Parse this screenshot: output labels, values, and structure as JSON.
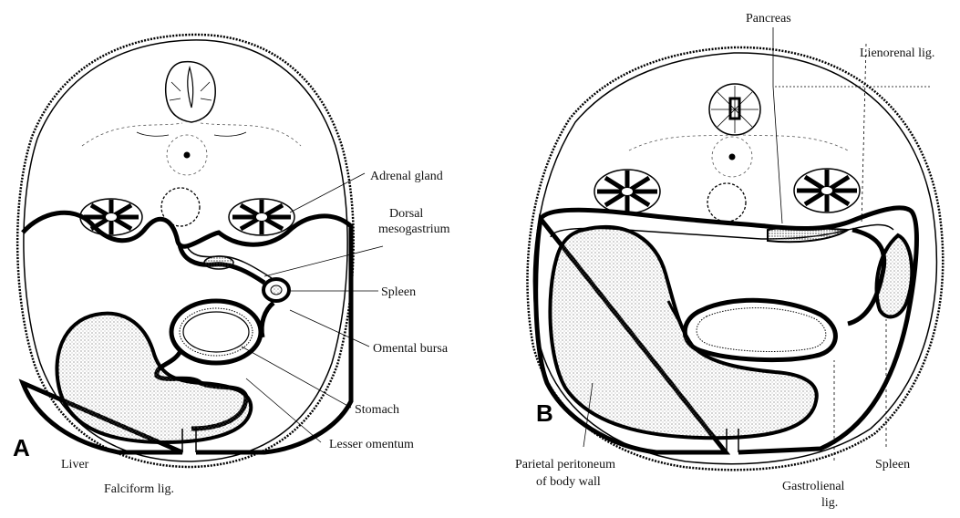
{
  "panels": {
    "a": {
      "letter": "A",
      "labels": {
        "adrenal_gland": "Adrenal gland",
        "dorsal_mesogastrium_1": "Dorsal",
        "dorsal_mesogastrium_2": "mesogastrium",
        "spleen": "Spleen",
        "omental_bursa": "Omental bursa",
        "stomach": "Stomach",
        "lesser_omentum": "Lesser omentum",
        "liver": "Liver",
        "falciform": "Falciform lig."
      }
    },
    "b": {
      "letter": "B",
      "labels": {
        "pancreas": "Pancreas",
        "lienorenal": "Lienorenal lig.",
        "parietal_1": "Parietal peritoneum",
        "parietal_2": "of body wall",
        "gastrolienal_1": "Gastrolienal",
        "gastrolienal_2": "lig.",
        "spleen": "Spleen"
      }
    }
  }
}
